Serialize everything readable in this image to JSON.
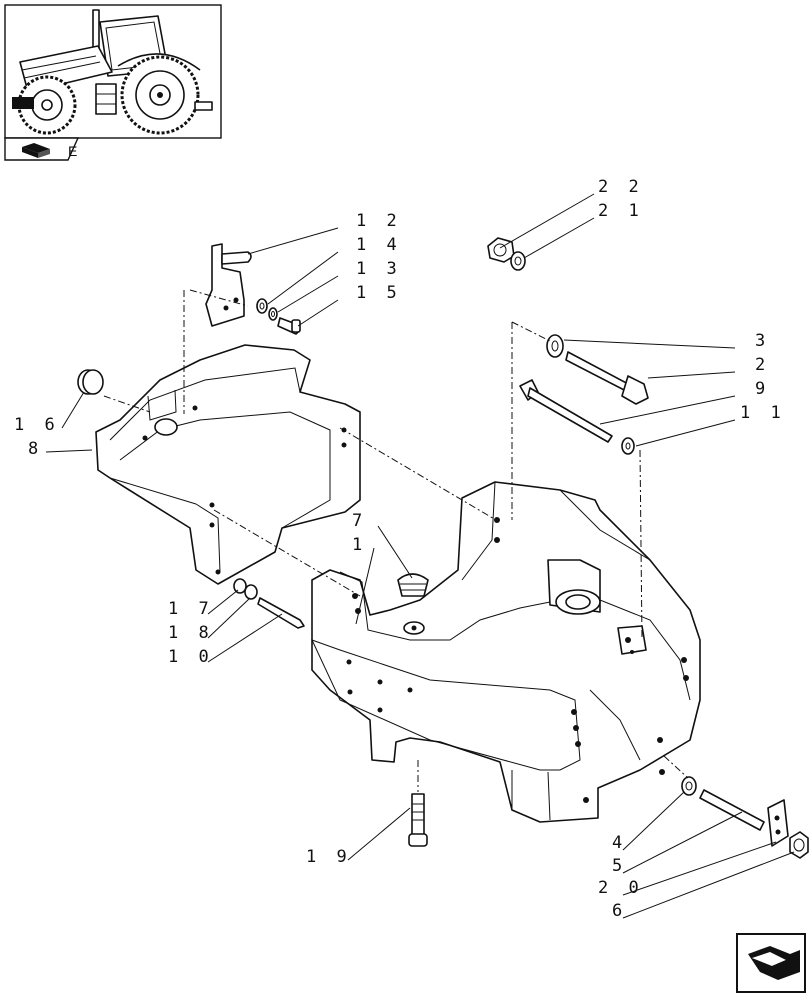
{
  "callouts": {
    "c1": "1",
    "c2": "2",
    "c3": "3",
    "c4": "4",
    "c5": "5",
    "c6": "6",
    "c7": "7",
    "c8": "8",
    "c9": "9",
    "c10": "1 0",
    "c11": "1 1",
    "c12": "1 2",
    "c13": "1 3",
    "c14": "1 4",
    "c15": "1 5",
    "c16": "1 6",
    "c17": "1 7",
    "c18": "1 8",
    "c19": "1 9",
    "c20": "2 0",
    "c21": "2 1",
    "c22": "2 2"
  },
  "thumbnail": {
    "code_suffix": "E"
  },
  "icons": {
    "thumbnail": "tractor-icon",
    "catalog_badge": "book-arrow-icon",
    "navigation": "next-page-arrow-icon"
  }
}
